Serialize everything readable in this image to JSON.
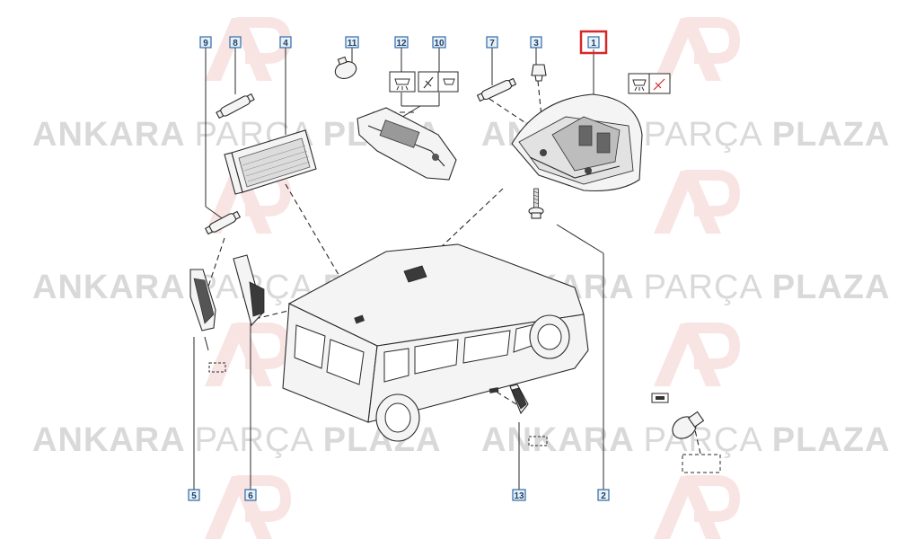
{
  "watermark": {
    "brand_bold": "ANKARA",
    "brand_light": "PARÇA",
    "brand_bold2": "PLAZA",
    "logo_color": "#d62828",
    "text_color": "#d9d9d9"
  },
  "callouts": [
    {
      "id": "c9",
      "label": "9"
    },
    {
      "id": "c8",
      "label": "8"
    },
    {
      "id": "c4",
      "label": "4"
    },
    {
      "id": "c11",
      "label": "11"
    },
    {
      "id": "c12",
      "label": "12"
    },
    {
      "id": "c10",
      "label": "10"
    },
    {
      "id": "c7",
      "label": "7"
    },
    {
      "id": "c3",
      "label": "3"
    },
    {
      "id": "c1",
      "label": "1"
    },
    {
      "id": "c5",
      "label": "5"
    },
    {
      "id": "c6",
      "label": "6"
    },
    {
      "id": "c13",
      "label": "13"
    },
    {
      "id": "c2",
      "label": "2"
    }
  ],
  "selected_callout": "1",
  "colors": {
    "callout_border": "#2f6aa8",
    "callout_fill": "#e8f0f8",
    "highlight": "#d62828",
    "line": "#2a2a2a"
  }
}
